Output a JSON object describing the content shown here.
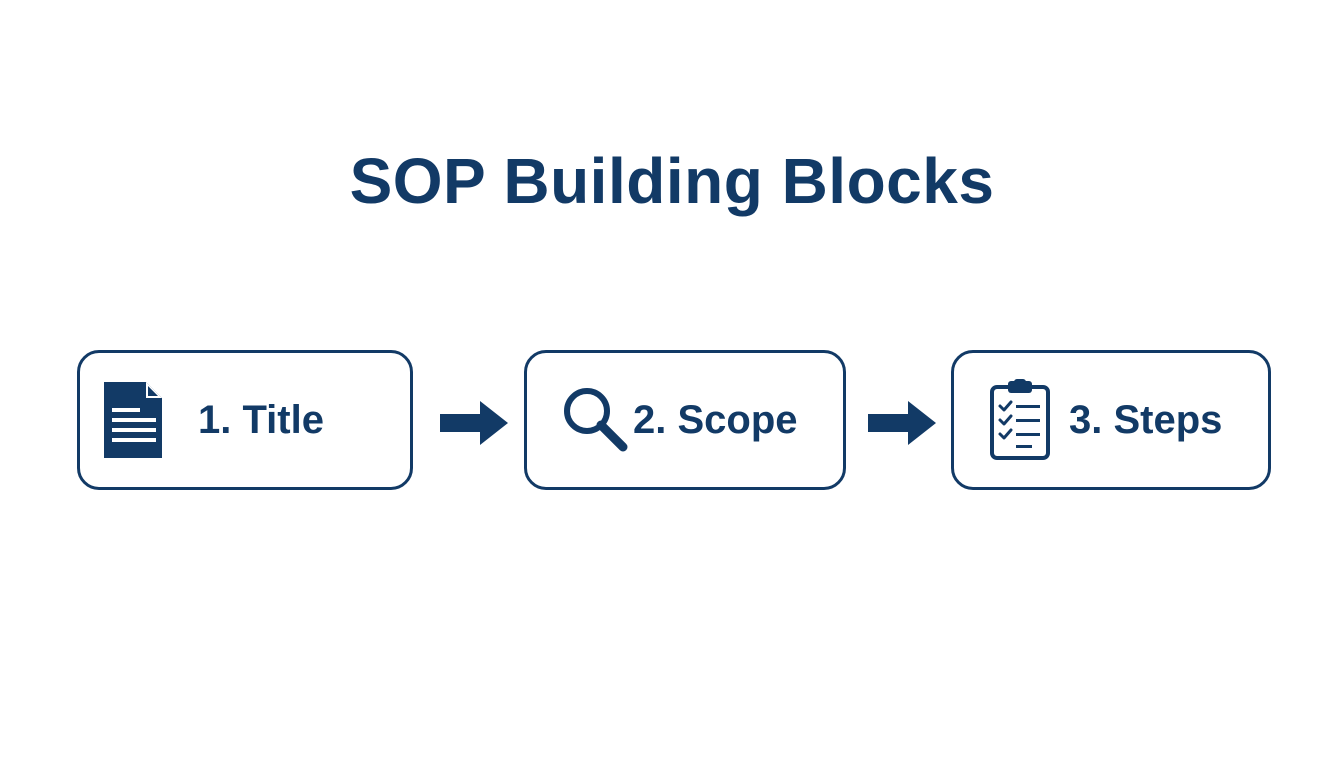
{
  "title": "SOP Building Blocks",
  "colors": {
    "primary": "#123a66",
    "background": "#ffffff"
  },
  "steps": [
    {
      "label": "1. Title",
      "icon": "document-icon"
    },
    {
      "label": "2. Scope",
      "icon": "magnifier-icon"
    },
    {
      "label": "3. Steps",
      "icon": "checklist-clipboard-icon"
    }
  ],
  "connectors": [
    {
      "icon": "arrow-right-icon"
    },
    {
      "icon": "arrow-right-icon"
    }
  ]
}
